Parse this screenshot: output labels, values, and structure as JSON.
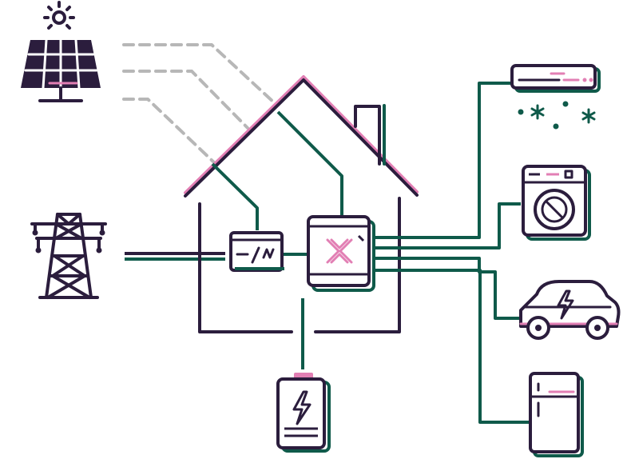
{
  "colors": {
    "outline": "#2b1d3d",
    "wire": "#0f5a4a",
    "accent": "#e27fb4",
    "dashed": "#b7b7b7",
    "fill": "#ffffff"
  },
  "components": {
    "solar": {
      "icon": "solar-panel-icon",
      "sun_icon": "sun-icon"
    },
    "grid": {
      "icon": "power-tower-icon"
    },
    "house": {
      "icon": "house-outline-icon",
      "chimney_icon": "chimney-icon"
    },
    "inverter": {
      "icon": "inverter-icon",
      "glyph": "dc-ac-symbol-icon"
    },
    "hub": {
      "icon": "energy-hub-icon",
      "glyph": "hub-logo-icon"
    },
    "battery": {
      "icon": "battery-icon",
      "glyph": "lightning-bolt-icon"
    },
    "appliances": [
      {
        "name": "air-conditioner",
        "icon": "air-conditioner-icon"
      },
      {
        "name": "washing-machine",
        "icon": "washing-machine-icon"
      },
      {
        "name": "electric-car",
        "icon": "electric-car-icon"
      },
      {
        "name": "refrigerator",
        "icon": "refrigerator-icon"
      }
    ]
  }
}
